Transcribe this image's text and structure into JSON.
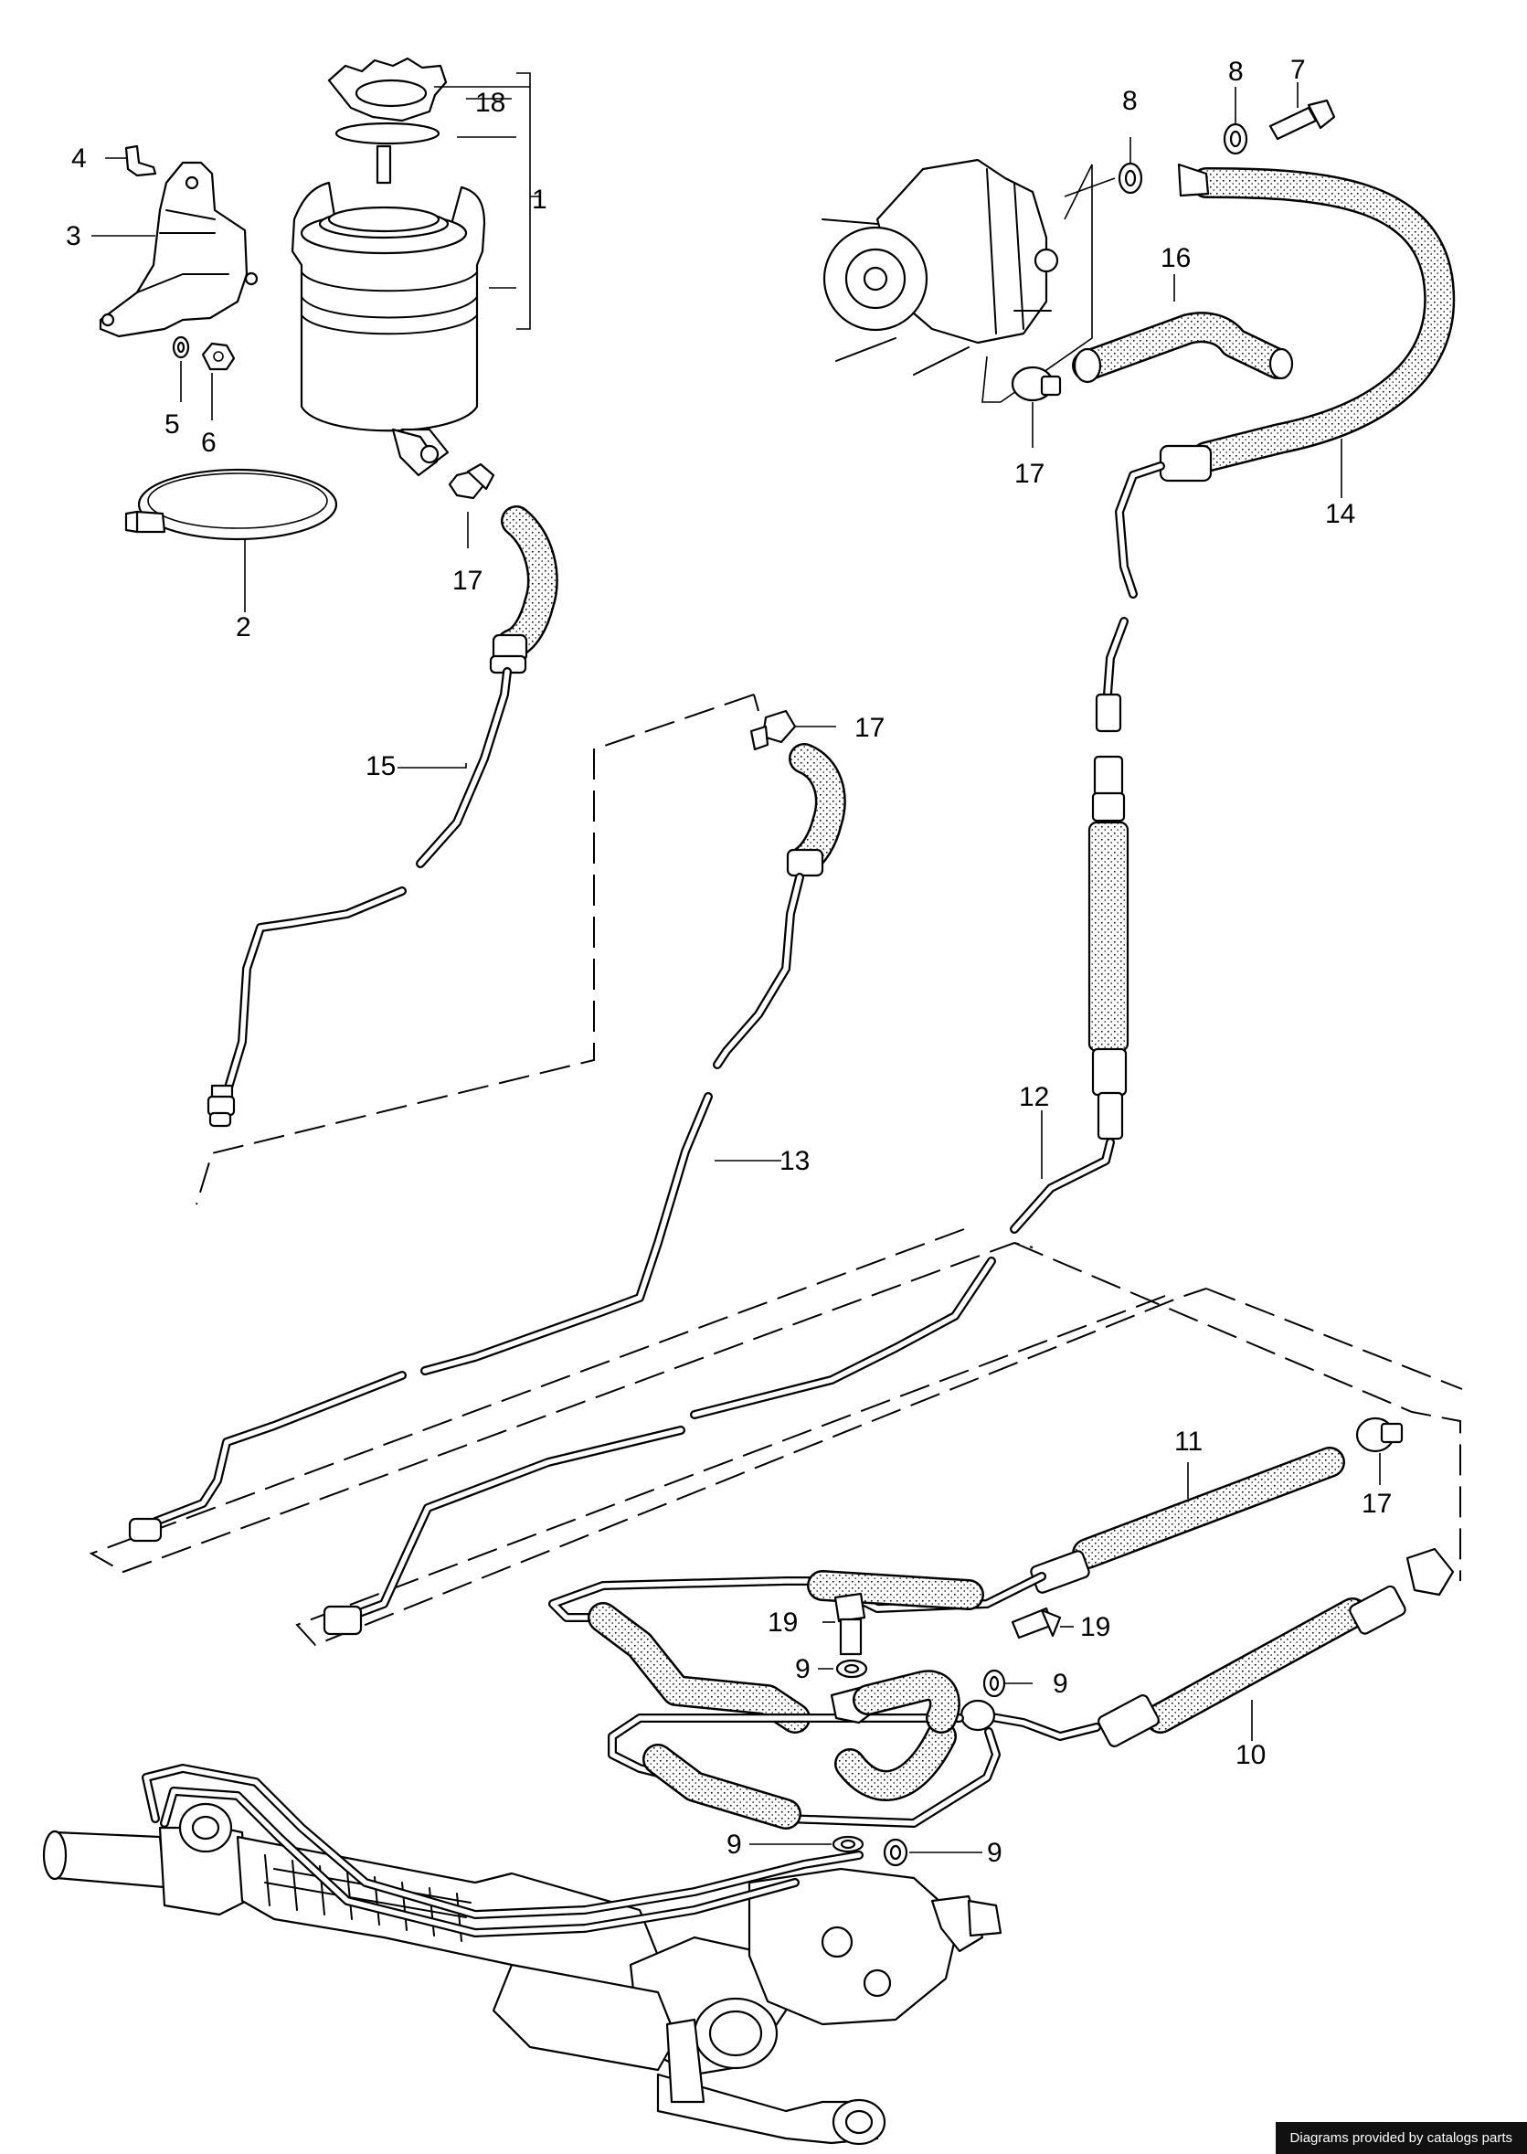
{
  "diagram": {
    "callouts": {
      "c1": "1",
      "c2": "2",
      "c3": "3",
      "c4": "4",
      "c5": "5",
      "c6": "6",
      "c7": "7",
      "c8a": "8",
      "c8b": "8",
      "c9a": "9",
      "c9b": "9",
      "c9c": "9",
      "c9d": "9",
      "c10": "10",
      "c11": "11",
      "c12": "12",
      "c13": "13",
      "c14": "14",
      "c15": "15",
      "c16": "16",
      "c17a": "17",
      "c17b": "17",
      "c17c": "17",
      "c17d": "17",
      "c18": "18",
      "c19a": "19",
      "c19b": "19"
    }
  },
  "footer": {
    "credit": "Diagrams provided by catalogs parts"
  }
}
